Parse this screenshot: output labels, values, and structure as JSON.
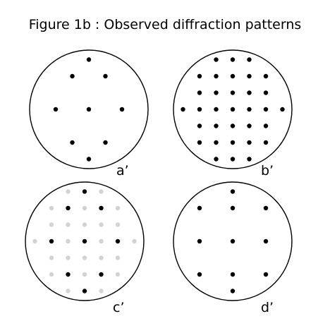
{
  "title": "Figure 1b : Observed diffraction patterns",
  "colors": {
    "dark_spot": "#000000",
    "faint_spot": "#d3d3d3",
    "outline": "#000000"
  },
  "patterns": [
    {
      "label": "a’",
      "spots": [
        {
          "x": 0,
          "y": -3,
          "tone": "dark"
        },
        {
          "x": -1,
          "y": -2,
          "tone": "dark"
        },
        {
          "x": 1,
          "y": -2,
          "tone": "dark"
        },
        {
          "x": -2,
          "y": 0,
          "tone": "dark"
        },
        {
          "x": 0,
          "y": 0,
          "tone": "dark"
        },
        {
          "x": 2,
          "y": 0,
          "tone": "dark"
        },
        {
          "x": -1,
          "y": 2,
          "tone": "dark"
        },
        {
          "x": 1,
          "y": 2,
          "tone": "dark"
        },
        {
          "x": 0,
          "y": 3,
          "tone": "dark"
        }
      ]
    },
    {
      "label": "b’",
      "spots": [
        {
          "x": -1,
          "y": -3,
          "tone": "dark"
        },
        {
          "x": 0,
          "y": -3,
          "tone": "dark"
        },
        {
          "x": 1,
          "y": -3,
          "tone": "dark"
        },
        {
          "x": -2,
          "y": -2,
          "tone": "dark"
        },
        {
          "x": -1,
          "y": -2,
          "tone": "dark"
        },
        {
          "x": 0,
          "y": -2,
          "tone": "dark"
        },
        {
          "x": 1,
          "y": -2,
          "tone": "dark"
        },
        {
          "x": 2,
          "y": -2,
          "tone": "dark"
        },
        {
          "x": -2,
          "y": -1,
          "tone": "dark"
        },
        {
          "x": -1,
          "y": -1,
          "tone": "dark"
        },
        {
          "x": 0,
          "y": -1,
          "tone": "dark"
        },
        {
          "x": 1,
          "y": -1,
          "tone": "dark"
        },
        {
          "x": 2,
          "y": -1,
          "tone": "dark"
        },
        {
          "x": -3,
          "y": 0,
          "tone": "dark"
        },
        {
          "x": -2,
          "y": 0,
          "tone": "dark"
        },
        {
          "x": -1,
          "y": 0,
          "tone": "dark"
        },
        {
          "x": 0,
          "y": 0,
          "tone": "dark"
        },
        {
          "x": 1,
          "y": 0,
          "tone": "dark"
        },
        {
          "x": 2,
          "y": 0,
          "tone": "dark"
        },
        {
          "x": 3,
          "y": 0,
          "tone": "dark"
        },
        {
          "x": -2,
          "y": 1,
          "tone": "dark"
        },
        {
          "x": -1,
          "y": 1,
          "tone": "dark"
        },
        {
          "x": 0,
          "y": 1,
          "tone": "dark"
        },
        {
          "x": 1,
          "y": 1,
          "tone": "dark"
        },
        {
          "x": 2,
          "y": 1,
          "tone": "dark"
        },
        {
          "x": -2,
          "y": 2,
          "tone": "dark"
        },
        {
          "x": -1,
          "y": 2,
          "tone": "dark"
        },
        {
          "x": 0,
          "y": 2,
          "tone": "dark"
        },
        {
          "x": 1,
          "y": 2,
          "tone": "dark"
        },
        {
          "x": 2,
          "y": 2,
          "tone": "dark"
        },
        {
          "x": -1,
          "y": 3,
          "tone": "dark"
        },
        {
          "x": 0,
          "y": 3,
          "tone": "dark"
        },
        {
          "x": 1,
          "y": 3,
          "tone": "dark"
        }
      ]
    },
    {
      "label": "c’",
      "spots": [
        {
          "x": -1,
          "y": -3,
          "tone": "faint"
        },
        {
          "x": 0,
          "y": -3,
          "tone": "dark"
        },
        {
          "x": 1,
          "y": -3,
          "tone": "faint"
        },
        {
          "x": -2,
          "y": -2,
          "tone": "faint"
        },
        {
          "x": -1,
          "y": -2,
          "tone": "dark"
        },
        {
          "x": 0,
          "y": -2,
          "tone": "faint"
        },
        {
          "x": 1,
          "y": -2,
          "tone": "dark"
        },
        {
          "x": 2,
          "y": -2,
          "tone": "faint"
        },
        {
          "x": -2,
          "y": -1,
          "tone": "faint"
        },
        {
          "x": -1,
          "y": -1,
          "tone": "faint"
        },
        {
          "x": 0,
          "y": -1,
          "tone": "faint"
        },
        {
          "x": 1,
          "y": -1,
          "tone": "faint"
        },
        {
          "x": 2,
          "y": -1,
          "tone": "faint"
        },
        {
          "x": -3,
          "y": 0,
          "tone": "faint"
        },
        {
          "x": -2,
          "y": 0,
          "tone": "dark"
        },
        {
          "x": -1,
          "y": 0,
          "tone": "faint"
        },
        {
          "x": 0,
          "y": 0,
          "tone": "dark"
        },
        {
          "x": 1,
          "y": 0,
          "tone": "faint"
        },
        {
          "x": 2,
          "y": 0,
          "tone": "dark"
        },
        {
          "x": 3,
          "y": 0,
          "tone": "faint"
        },
        {
          "x": -2,
          "y": 1,
          "tone": "faint"
        },
        {
          "x": -1,
          "y": 1,
          "tone": "faint"
        },
        {
          "x": 0,
          "y": 1,
          "tone": "faint"
        },
        {
          "x": 1,
          "y": 1,
          "tone": "faint"
        },
        {
          "x": 2,
          "y": 1,
          "tone": "faint"
        },
        {
          "x": -2,
          "y": 2,
          "tone": "faint"
        },
        {
          "x": -1,
          "y": 2,
          "tone": "dark"
        },
        {
          "x": 0,
          "y": 2,
          "tone": "faint"
        },
        {
          "x": 1,
          "y": 2,
          "tone": "dark"
        },
        {
          "x": 2,
          "y": 2,
          "tone": "faint"
        },
        {
          "x": -1,
          "y": 3,
          "tone": "faint"
        },
        {
          "x": 0,
          "y": 3,
          "tone": "dark"
        },
        {
          "x": 1,
          "y": 3,
          "tone": "faint"
        }
      ]
    },
    {
      "label": "d’",
      "spots": [
        {
          "x": 0,
          "y": -3,
          "tone": "dark"
        },
        {
          "x": -2,
          "y": -2,
          "tone": "dark"
        },
        {
          "x": 0,
          "y": -2,
          "tone": "dark"
        },
        {
          "x": 2,
          "y": -2,
          "tone": "dark"
        },
        {
          "x": -2,
          "y": 0,
          "tone": "dark"
        },
        {
          "x": 0,
          "y": 0,
          "tone": "dark"
        },
        {
          "x": 2,
          "y": 0,
          "tone": "dark"
        },
        {
          "x": -2,
          "y": 2,
          "tone": "dark"
        },
        {
          "x": 0,
          "y": 2,
          "tone": "dark"
        },
        {
          "x": 2,
          "y": 2,
          "tone": "dark"
        },
        {
          "x": 0,
          "y": 3,
          "tone": "dark"
        }
      ]
    }
  ]
}
